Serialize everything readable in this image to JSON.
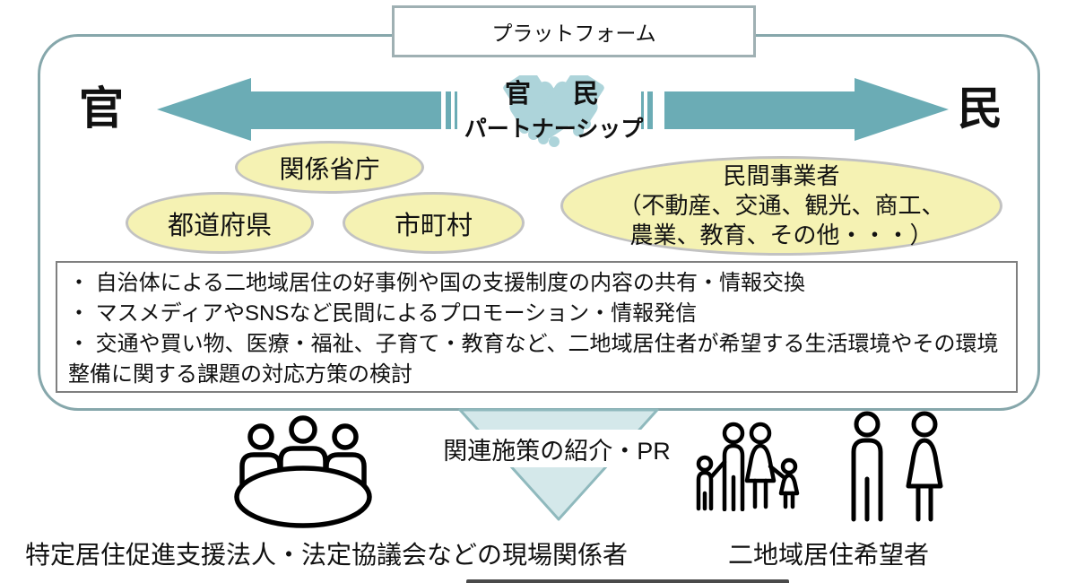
{
  "title": "プラットフォーム",
  "axis": {
    "left_label": "官",
    "right_label": "民"
  },
  "partnership": {
    "left_char": "官",
    "right_char": "民",
    "label": "パートナーシップ",
    "icon": "handshake-icon"
  },
  "ellipses": {
    "ministries": "関係省庁",
    "prefectures": "都道府県",
    "municipalities": "市町村",
    "private_line1": "民間事業者",
    "private_line2": "（不動産、交通、観光、商工、",
    "private_line3": "農業、教育、その他・・・）"
  },
  "bullets": [
    "・ 自治体による二地域居住の好事例や国の支援制度の内容の共有・情報交換",
    "・ マスメディアやSNSなど民間によるプロモーション・情報発信",
    "・ 交通や買い物、医療・福祉、子育て・教育など、二地域居住者が希望する生活環境やその環境整備に関する課題の対応方策の検討"
  ],
  "flow_label": "関連施策の紹介・PR",
  "bottom": {
    "left_label": "特定居住促進支援法人・法定協議会などの現場関係者",
    "right_label": "二地域居住希望者",
    "left_icon": "meeting-table-icon",
    "right_icons": [
      "family-icon",
      "adult-pair-icon"
    ]
  },
  "colors": {
    "arrow_teal": "#6bacb5",
    "handshake_teal": "#add4da",
    "panel_border": "#86a7ab",
    "ellipse_fill": "#f5f2b3",
    "ellipse_border": "#c2c2c2",
    "triangle_fill": "#d4e8ea",
    "triangle_border": "#8fb9bd"
  }
}
